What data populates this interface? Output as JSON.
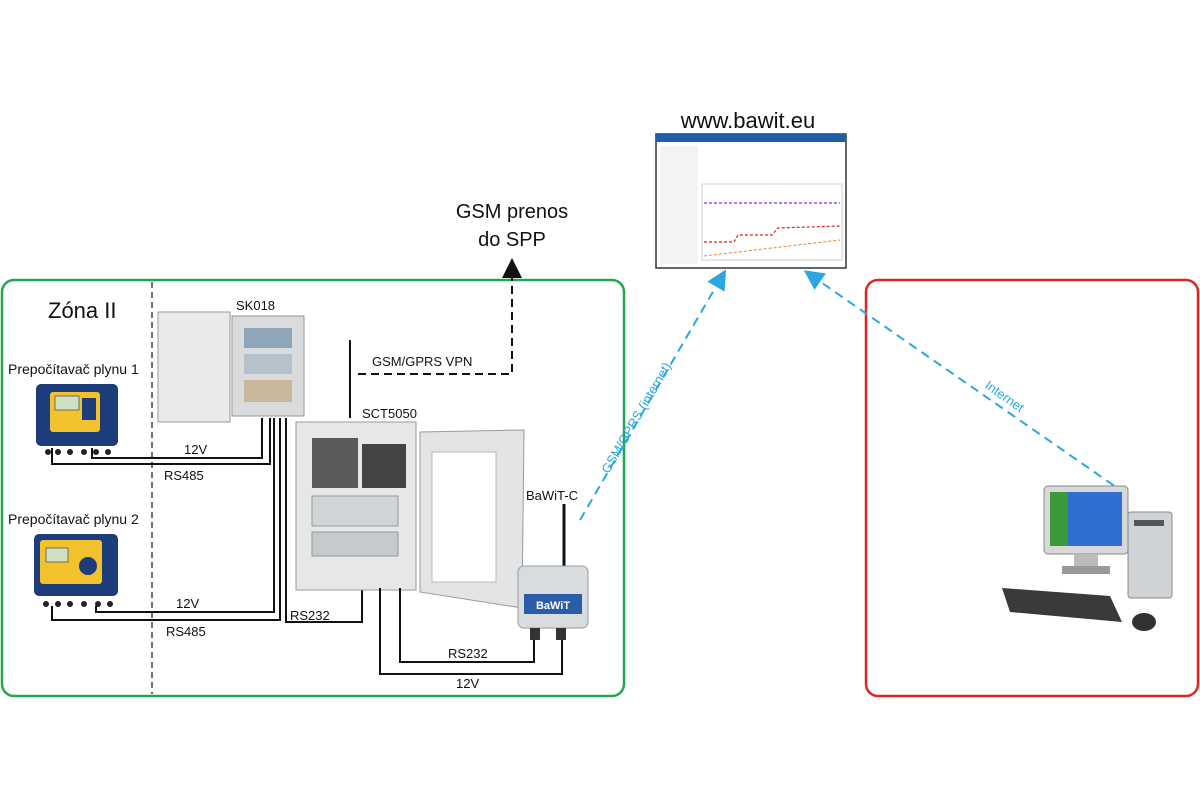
{
  "zone": {
    "label": "Zóna II"
  },
  "devices": {
    "converter1": "Prepočítavač plynu 1",
    "converter2": "Prepočítavač plynu 2",
    "sk018": "SK018",
    "sct5050": "SCT5050",
    "bawitc": "BaWiT-C",
    "bawit_logo": "BaWiT"
  },
  "links": {
    "v12_a": "12V",
    "rs485_a": "RS485",
    "v12_b": "12V",
    "rs485_b": "RS485",
    "rs232_a": "RS232",
    "rs232_b": "RS232",
    "v12_c": "12V",
    "gsm_vpn": "GSM/GPRS VPN",
    "gprs_internet": "GSM/GPRS (internet)",
    "internet": "Internet"
  },
  "gsm": {
    "line1": "GSM prenos",
    "line2": "do SPP"
  },
  "website": {
    "url": "www.bawit.eu"
  },
  "colors": {
    "green_frame": "#1fa84f",
    "red_frame": "#e0241f",
    "link_blue": "#2aa6e0",
    "device_blue": "#1d3d7a",
    "device_yellow": "#f2c12e"
  }
}
